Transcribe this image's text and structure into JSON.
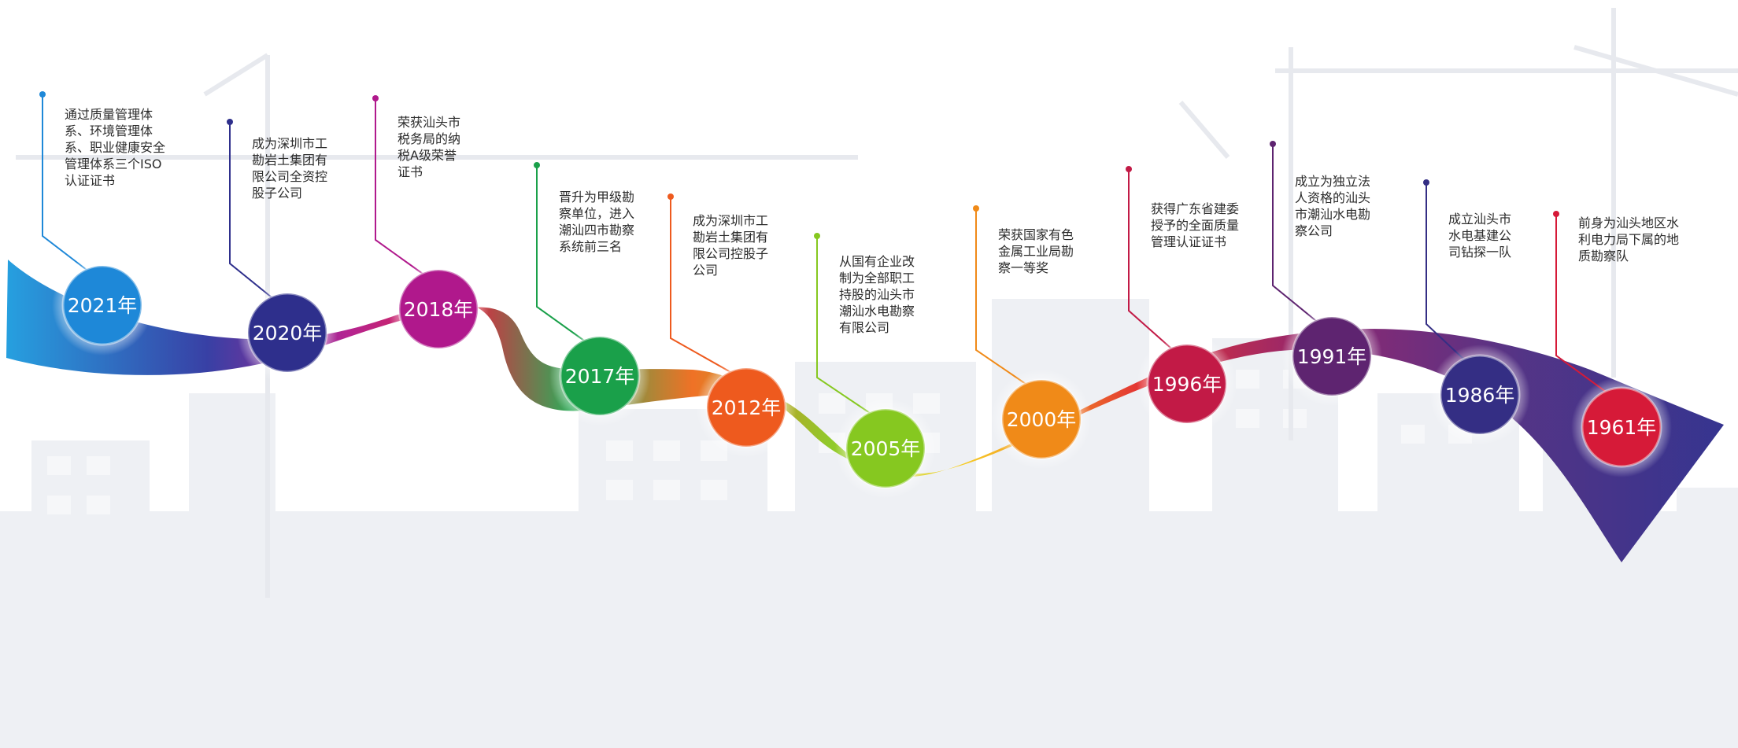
{
  "milestones": [
    {
      "year": "2021年",
      "text": "通过质量管理体\n系、环境管理体\n系、职业健康安全\n管理体系三个ISO\n认证证书",
      "color": "#1e88d8"
    },
    {
      "year": "2020年",
      "text": "成为深圳市工\n勘岩土集团有\n限公司全资控\n股子公司",
      "color": "#2e2f8c"
    },
    {
      "year": "2018年",
      "text": "荣获汕头市\n税务局的纳\n税A级荣誉\n证书",
      "color": "#b0188c"
    },
    {
      "year": "2017年",
      "text": "晋升为甲级勘\n察单位，进入\n潮汕四市勘察\n系统前三名",
      "color": "#1aa04a"
    },
    {
      "year": "2012年",
      "text": "成为深圳市工\n勘岩土集团有\n限公司控股子\n公司",
      "color": "#ee5a1e"
    },
    {
      "year": "2005年",
      "text": "从国有企业改\n制为全部职工\n持股的汕头市\n潮汕水电勘察\n有限公司",
      "color": "#86c820"
    },
    {
      "year": "2000年",
      "text": "荣获国家有色\n金属工业局勘\n察一等奖",
      "color": "#f08a18"
    },
    {
      "year": "1996年",
      "text": "获得广东省建委\n授予的全面质量\n管理认证证书",
      "color": "#c21a46"
    },
    {
      "year": "1991年",
      "text": "成立为独立法\n人资格的汕头\n市潮汕水电勘\n察公司",
      "color": "#5e2470"
    },
    {
      "year": "1986年",
      "text": "成立汕头市\n水电基建公\n司钻探一队",
      "color": "#342e84"
    },
    {
      "year": "1961年",
      "text": "前身为汕头地区水\n利电力局下属的地\n质勘察队",
      "color": "#d61a38"
    }
  ]
}
